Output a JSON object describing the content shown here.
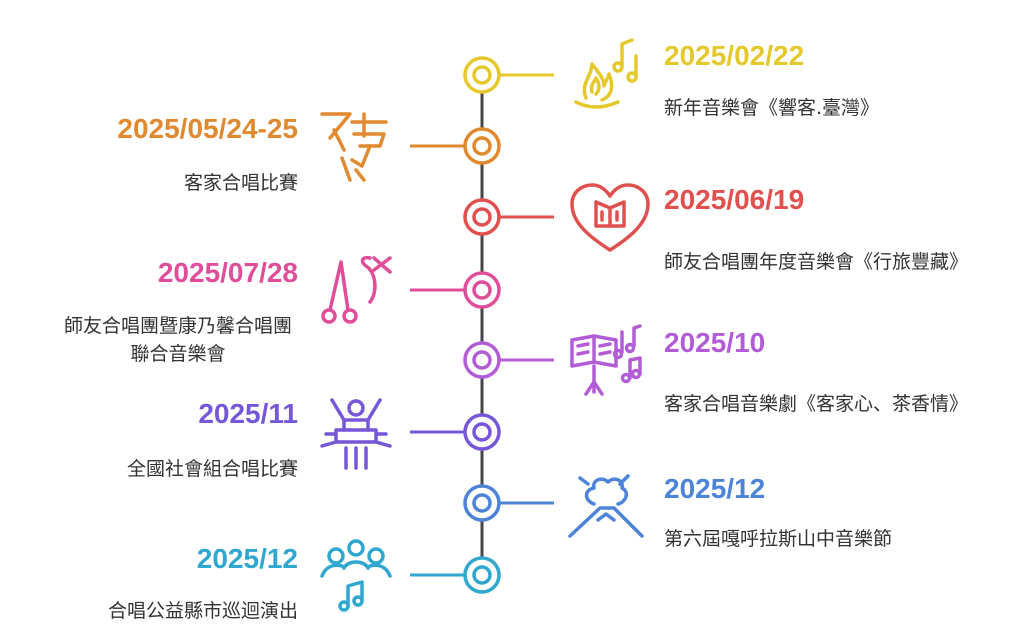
{
  "timeline": {
    "events": [
      {
        "date": "2025/02/22",
        "desc": "新年音樂會《響客.臺灣》",
        "color": "#E5C82B",
        "side": "right",
        "icon": "campfire-music-icon"
      },
      {
        "date": "2025/05/24-25",
        "desc": "客家合唱比賽",
        "color": "#E0892F",
        "side": "left",
        "icon": "calligraphy-icon"
      },
      {
        "date": "2025/06/19",
        "desc": "師友合唱團年度音樂會《行旅豐藏》",
        "color": "#E0504E",
        "side": "right",
        "icon": "heart-book-icon"
      },
      {
        "date": "2025/07/28",
        "desc": "師友合唱團暨康乃馨合唱團\n聯合音樂會",
        "color": "#E04E9A",
        "side": "left",
        "icon": "scissors-gender-icon"
      },
      {
        "date": "2025/10",
        "desc": "客家合唱音樂劇《客家心、茶香情》",
        "color": "#B25DD6",
        "side": "right",
        "icon": "music-stand-icon"
      },
      {
        "date": "2025/11",
        "desc": "全國社會組合唱比賽",
        "color": "#7657D8",
        "side": "left",
        "icon": "winner-banner-icon"
      },
      {
        "date": "2025/12",
        "desc": "第六屆嘎呼拉斯山中音樂節",
        "color": "#4D84D8",
        "side": "right",
        "icon": "mountain-smoke-icon"
      },
      {
        "date": "2025/12",
        "desc": "合唱公益縣市巡迴演出",
        "color": "#2FA7CF",
        "side": "left",
        "icon": "choir-group-icon"
      }
    ]
  }
}
